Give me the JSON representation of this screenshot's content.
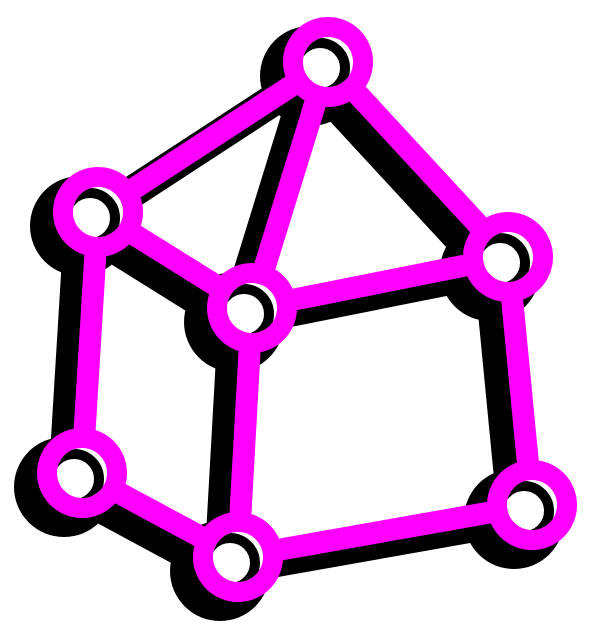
{
  "graph": {
    "icon": "molecule-network-icon",
    "colors": {
      "stroke": "#ff00ff",
      "shadow": "#000000",
      "fill": "#ffffff"
    },
    "nodes": [
      {
        "id": "n1"
      },
      {
        "id": "n2"
      },
      {
        "id": "n3"
      },
      {
        "id": "n4"
      },
      {
        "id": "n5"
      },
      {
        "id": "n6"
      },
      {
        "id": "n7"
      },
      {
        "id": "n8"
      }
    ],
    "edges": [
      [
        "n1",
        "n2"
      ],
      [
        "n1",
        "n3"
      ],
      [
        "n1",
        "n4"
      ],
      [
        "n2",
        "n3"
      ],
      [
        "n2",
        "n5"
      ],
      [
        "n3",
        "n4"
      ],
      [
        "n3",
        "n7"
      ],
      [
        "n4",
        "n8"
      ],
      [
        "n5",
        "n7"
      ],
      [
        "n7",
        "n8"
      ]
    ]
  }
}
